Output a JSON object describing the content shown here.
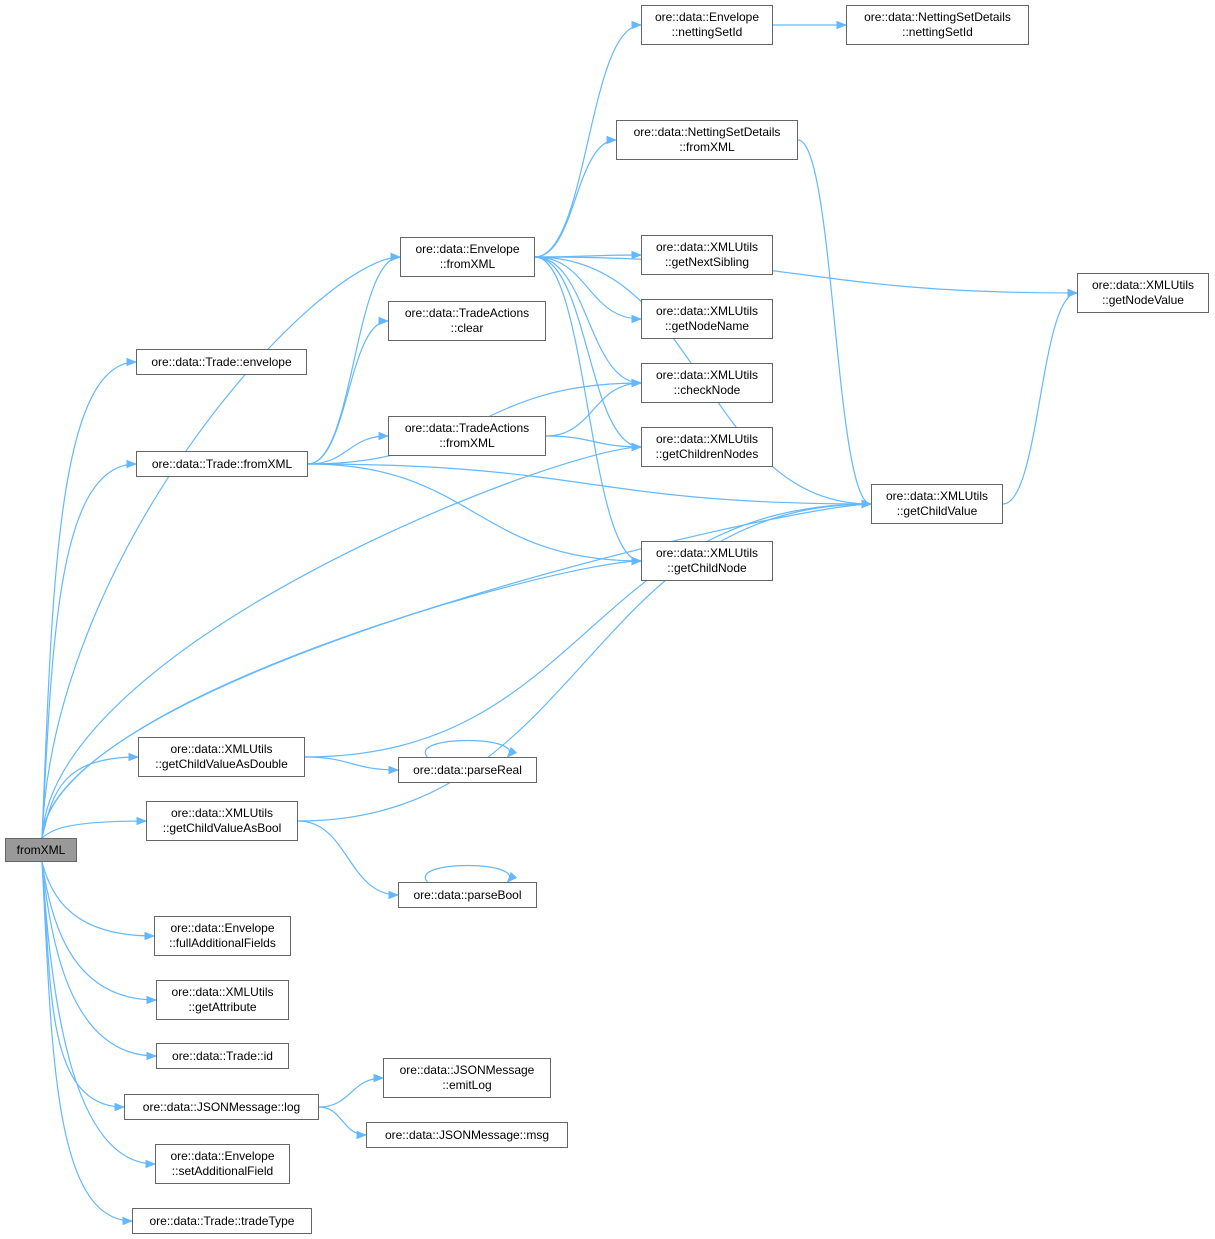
{
  "colors": {
    "edge": "#63b8ff",
    "node_border": "#666666",
    "root_fill": "#999999",
    "node_fill": "#ffffff"
  },
  "nodes": [
    {
      "id": "root",
      "lines": [
        "fromXML"
      ],
      "root": true
    },
    {
      "id": "trade_envelope",
      "lines": [
        "ore::data::Trade::envelope"
      ]
    },
    {
      "id": "trade_fromxml",
      "lines": [
        "ore::data::Trade::fromXML"
      ]
    },
    {
      "id": "envelope_fromxml",
      "lines": [
        "ore::data::Envelope",
        "::fromXML"
      ]
    },
    {
      "id": "tradeactions_clear",
      "lines": [
        "ore::data::TradeActions",
        "::clear"
      ]
    },
    {
      "id": "tradeactions_fromxml",
      "lines": [
        "ore::data::TradeActions",
        "::fromXML"
      ]
    },
    {
      "id": "envelope_nettingsetid",
      "lines": [
        "ore::data::Envelope",
        "::nettingSetId"
      ]
    },
    {
      "id": "nsd_nettingsetid",
      "lines": [
        "ore::data::NettingSetDetails",
        "::nettingSetId"
      ]
    },
    {
      "id": "nsd_fromxml",
      "lines": [
        "ore::data::NettingSetDetails",
        "::fromXML"
      ]
    },
    {
      "id": "getnextsibling",
      "lines": [
        "ore::data::XMLUtils",
        "::getNextSibling"
      ]
    },
    {
      "id": "getnodename",
      "lines": [
        "ore::data::XMLUtils",
        "::getNodeName"
      ]
    },
    {
      "id": "checknode",
      "lines": [
        "ore::data::XMLUtils",
        "::checkNode"
      ]
    },
    {
      "id": "getchildrennodes",
      "lines": [
        "ore::data::XMLUtils",
        "::getChildrenNodes"
      ]
    },
    {
      "id": "getchildnode",
      "lines": [
        "ore::data::XMLUtils",
        "::getChildNode"
      ]
    },
    {
      "id": "getchildvalue",
      "lines": [
        "ore::data::XMLUtils",
        "::getChildValue"
      ]
    },
    {
      "id": "getnodevalue",
      "lines": [
        "ore::data::XMLUtils",
        "::getNodeValue"
      ]
    },
    {
      "id": "getchildvalueasdouble",
      "lines": [
        "ore::data::XMLUtils",
        "::getChildValueAsDouble"
      ]
    },
    {
      "id": "getchildvalueasbool",
      "lines": [
        "ore::data::XMLUtils",
        "::getChildValueAsBool"
      ]
    },
    {
      "id": "parsereal",
      "lines": [
        "ore::data::parseReal"
      ]
    },
    {
      "id": "parsebool",
      "lines": [
        "ore::data::parseBool"
      ]
    },
    {
      "id": "fulladditionalfields",
      "lines": [
        "ore::data::Envelope",
        "::fullAdditionalFields"
      ]
    },
    {
      "id": "getattribute",
      "lines": [
        "ore::data::XMLUtils",
        "::getAttribute"
      ]
    },
    {
      "id": "trade_id",
      "lines": [
        "ore::data::Trade::id"
      ]
    },
    {
      "id": "json_log",
      "lines": [
        "ore::data::JSONMessage::log"
      ]
    },
    {
      "id": "json_emitlog",
      "lines": [
        "ore::data::JSONMessage",
        "::emitLog"
      ]
    },
    {
      "id": "json_msg",
      "lines": [
        "ore::data::JSONMessage::msg"
      ]
    },
    {
      "id": "setadditionalfield",
      "lines": [
        "ore::data::Envelope",
        "::setAdditionalField"
      ]
    },
    {
      "id": "trade_tradetype",
      "lines": [
        "ore::data::Trade::tradeType"
      ]
    }
  ],
  "edges": [
    [
      "root",
      "trade_envelope"
    ],
    [
      "root",
      "trade_fromxml"
    ],
    [
      "root",
      "envelope_fromxml"
    ],
    [
      "root",
      "getchildrennodes"
    ],
    [
      "root",
      "getchildnode"
    ],
    [
      "root",
      "getchildvalueasdouble"
    ],
    [
      "root",
      "getchildvalueasbool"
    ],
    [
      "root",
      "getchildvalue"
    ],
    [
      "root",
      "fulladditionalfields"
    ],
    [
      "root",
      "getattribute"
    ],
    [
      "root",
      "trade_id"
    ],
    [
      "root",
      "json_log"
    ],
    [
      "root",
      "setadditionalfield"
    ],
    [
      "root",
      "trade_tradetype"
    ],
    [
      "trade_fromxml",
      "envelope_fromxml"
    ],
    [
      "trade_fromxml",
      "tradeactions_clear"
    ],
    [
      "trade_fromxml",
      "tradeactions_fromxml"
    ],
    [
      "trade_fromxml",
      "checknode"
    ],
    [
      "trade_fromxml",
      "getchildvalue"
    ],
    [
      "trade_fromxml",
      "getchildnode"
    ],
    [
      "envelope_fromxml",
      "envelope_nettingsetid"
    ],
    [
      "envelope_fromxml",
      "nsd_fromxml"
    ],
    [
      "envelope_fromxml",
      "getnodevalue"
    ],
    [
      "envelope_fromxml",
      "getchildvalue"
    ],
    [
      "envelope_fromxml",
      "getnextsibling"
    ],
    [
      "envelope_fromxml",
      "getnodename"
    ],
    [
      "envelope_fromxml",
      "checknode"
    ],
    [
      "envelope_fromxml",
      "getchildrennodes"
    ],
    [
      "envelope_fromxml",
      "getchildnode"
    ],
    [
      "envelope_nettingsetid",
      "nsd_nettingsetid"
    ],
    [
      "nsd_fromxml",
      "getchildvalue"
    ],
    [
      "tradeactions_fromxml",
      "checknode"
    ],
    [
      "tradeactions_fromxml",
      "getchildrennodes"
    ],
    [
      "getchildvalue",
      "getnodevalue"
    ],
    [
      "getchildvalueasdouble",
      "parsereal"
    ],
    [
      "getchildvalueasdouble",
      "getchildvalue"
    ],
    [
      "getchildvalueasbool",
      "parsebool"
    ],
    [
      "getchildvalueasbool",
      "getchildvalue"
    ],
    [
      "parsereal",
      "parsereal"
    ],
    [
      "parsebool",
      "parsebool"
    ],
    [
      "json_log",
      "json_emitlog"
    ],
    [
      "json_log",
      "json_msg"
    ]
  ]
}
